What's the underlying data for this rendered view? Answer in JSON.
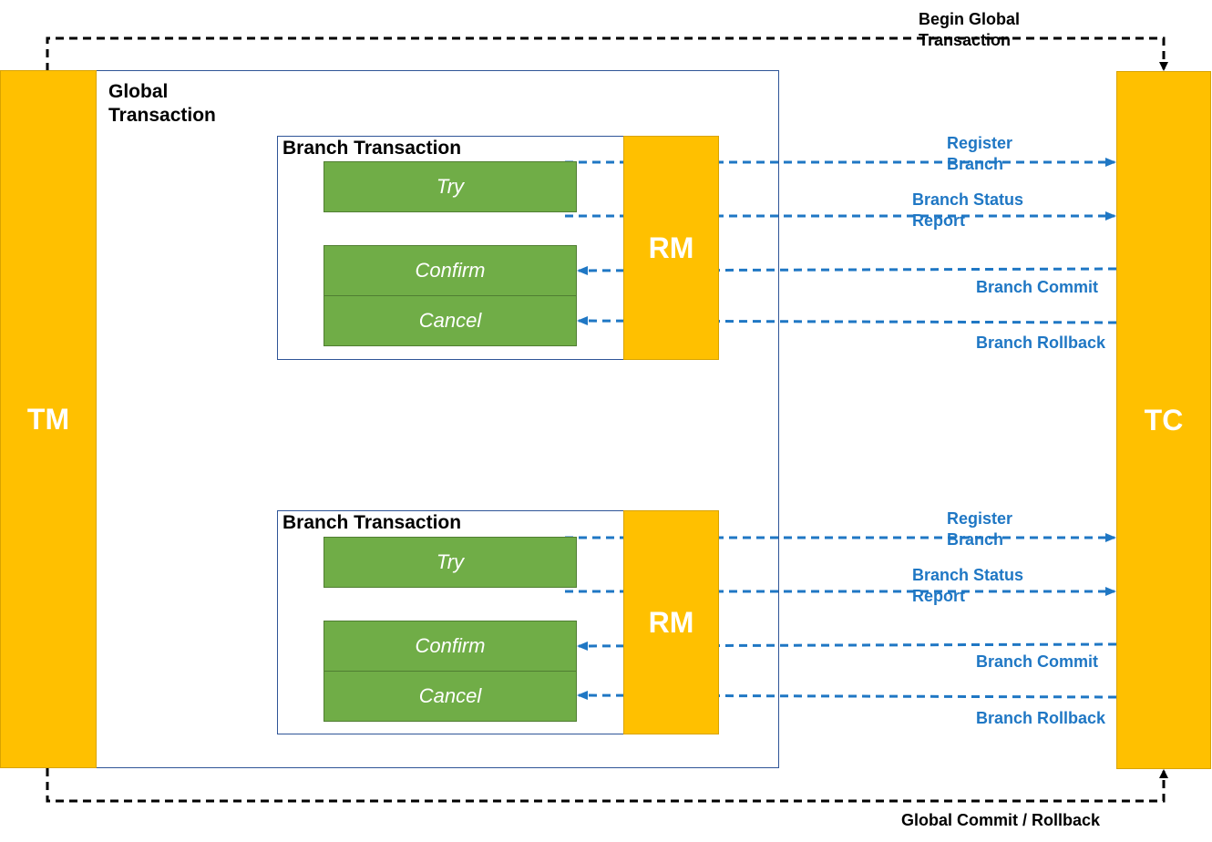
{
  "actors": {
    "tm": {
      "label": "TM"
    },
    "tc": {
      "label": "TC"
    }
  },
  "global_transaction": {
    "label": "Global\nTransaction"
  },
  "flows": {
    "begin": "Begin Global\nTransaction",
    "end": "Global Commit / Rollback"
  },
  "branches": [
    {
      "title": "Branch Transaction",
      "rm": "RM",
      "phases": {
        "try": "Try",
        "confirm": "Confirm",
        "cancel": "Cancel"
      },
      "messages": {
        "register": "Register\nBranch",
        "status": "Branch Status\nReport",
        "commit": "Branch Commit",
        "rollback": "Branch Rollback"
      }
    },
    {
      "title": "Branch Transaction",
      "rm": "RM",
      "phases": {
        "try": "Try",
        "confirm": "Confirm",
        "cancel": "Cancel"
      },
      "messages": {
        "register": "Register\nBranch",
        "status": "Branch Status\nReport",
        "commit": "Branch Commit",
        "rollback": "Branch Rollback"
      }
    }
  ],
  "colors": {
    "actor": "#FFC000",
    "phase": "#70AD47",
    "message": "#1f77c4",
    "frame": "#2f5597"
  }
}
